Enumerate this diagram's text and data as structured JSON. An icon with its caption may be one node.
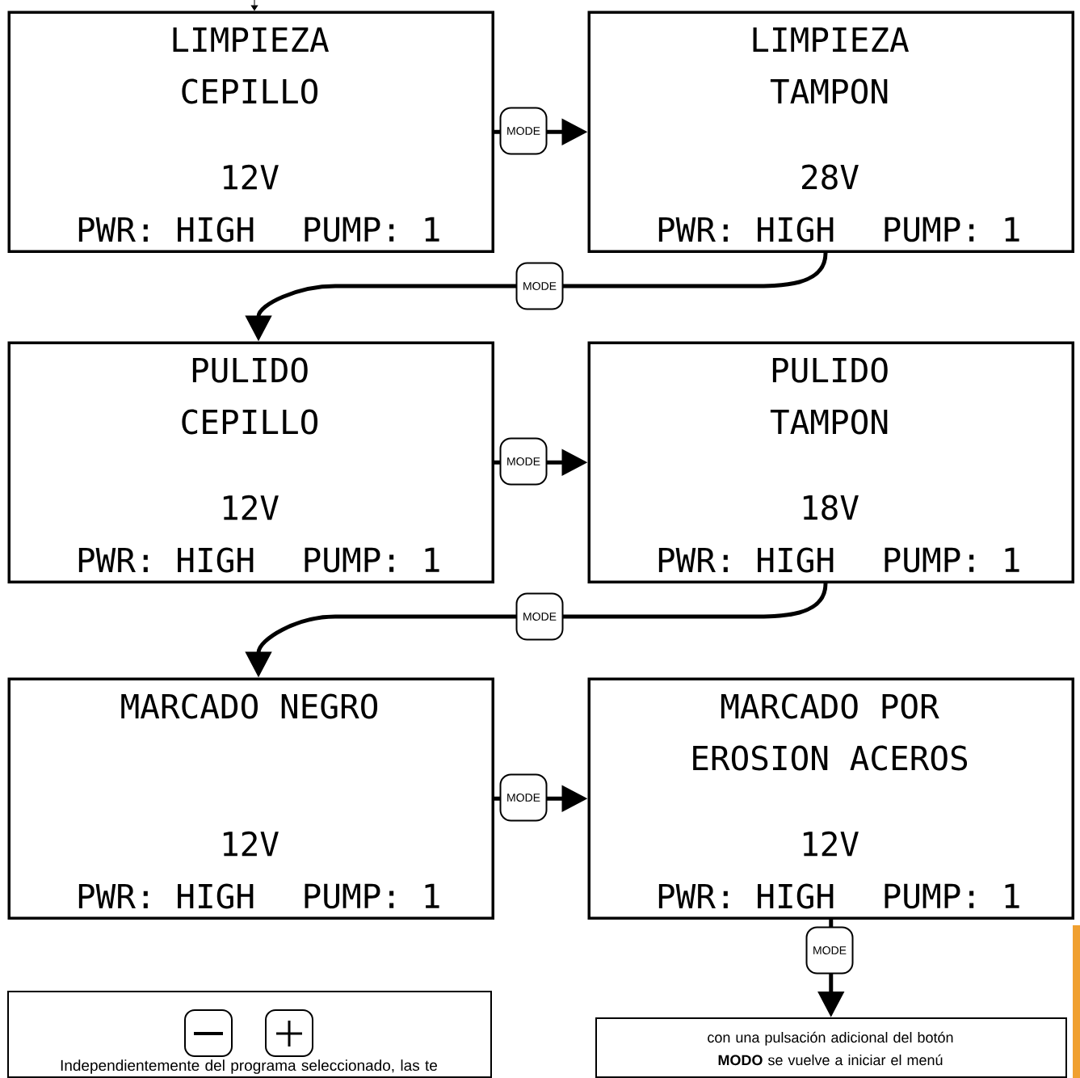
{
  "diagram": {
    "nodes": [
      {
        "text": [
          "LIMPIEZA",
          "CEPILLO",
          "12V",
          "PWR: HIGH",
          "PUMP: 1"
        ]
      },
      {
        "text": [
          "LIMPIEZA",
          "TAMPON",
          "28V",
          "PWR: HIGH",
          "PUMP: 1"
        ]
      },
      {
        "text": [
          "PULIDO",
          "CEPILLO",
          "12V",
          "PWR: HIGH",
          "PUMP: 1"
        ]
      },
      {
        "text": [
          "PULIDO",
          "TAMPON",
          "18V",
          "PWR: HIGH",
          "PUMP: 1"
        ]
      },
      {
        "text": [
          "MARCADO NEGRO",
          "12V",
          "PWR: HIGH",
          "PUMP: 1"
        ]
      },
      {
        "text": [
          "MARCADO POR",
          "EROSION ACEROS",
          "12V",
          "PWR: HIGH",
          "PUMP: 1"
        ]
      },
      {
        "text": [
          "con una pulsación adicional del botón **MODO** se vuelve a iniciar el menú"
        ]
      },
      {
        "text": [
          "Independientemente del programa seleccionado, las te"
        ]
      }
    ],
    "edges": [
      {
        "from": 0,
        "to": 1,
        "arrow": "to",
        "label": "MODE"
      },
      {
        "from": 1,
        "to": 2,
        "arrow": "to",
        "label": "MODE"
      },
      {
        "from": 2,
        "to": 3,
        "arrow": "to",
        "label": "MODE"
      },
      {
        "from": 3,
        "to": 4,
        "arrow": "to",
        "label": "MODE"
      },
      {
        "from": 4,
        "to": 5,
        "arrow": "to",
        "label": "MODE"
      },
      {
        "from": 5,
        "to": 6,
        "arrow": "to",
        "label": "MODE"
      },
      {
        "from": null,
        "to": 0,
        "arrow": "to"
      }
    ]
  }
}
